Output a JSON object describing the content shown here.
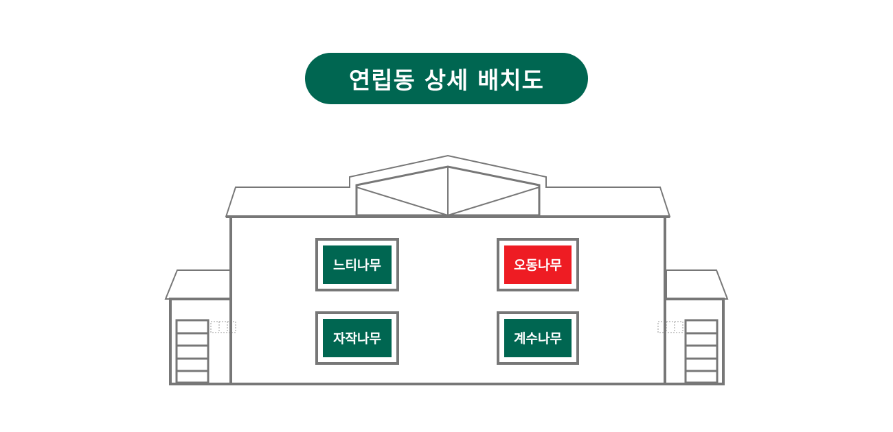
{
  "title": "연립동 상세 배치도",
  "rooms": [
    {
      "label": "느티나무",
      "color": "#006651"
    },
    {
      "label": "오동나무",
      "color": "#ee1c23"
    },
    {
      "label": "자작나무",
      "color": "#006651"
    },
    {
      "label": "계수나무",
      "color": "#006651"
    }
  ],
  "colors": {
    "accent": "#006651",
    "highlight": "#ee1c23",
    "outline": "#777777"
  }
}
